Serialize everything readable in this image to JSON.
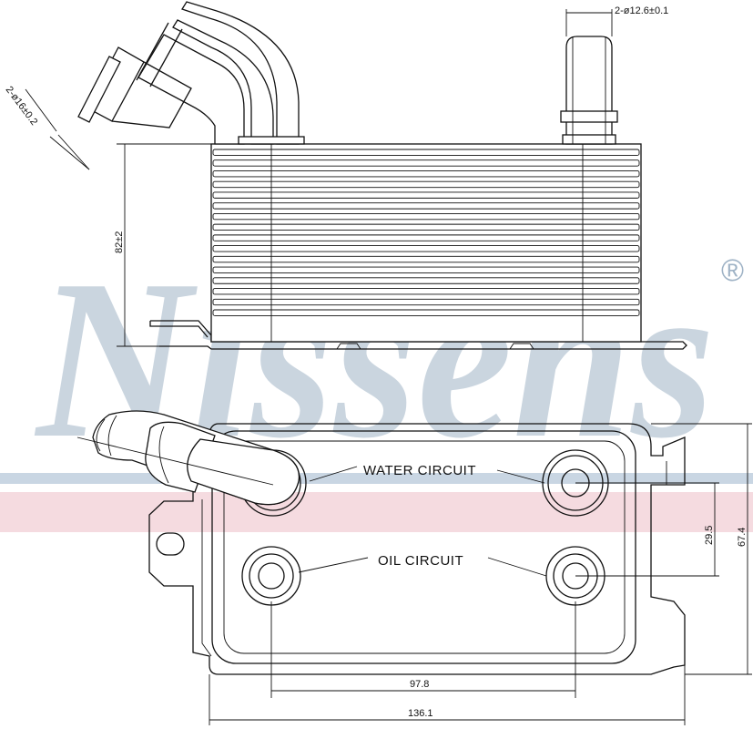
{
  "watermark": {
    "brand": "Nissens",
    "registered": "®"
  },
  "top_view": {
    "port_left_dim": "2-ø16±0.2",
    "port_right_dim": "2-ø12.6±0.1",
    "height_dim": "82±2"
  },
  "bottom_view": {
    "water_circuit_label": "WATER CIRCUIT",
    "oil_circuit_label": "OIL CIRCUIT",
    "dim_ports_vertical": "29.5",
    "dim_plate_height": "67.4",
    "dim_ports_horizontal": "97.8",
    "dim_plate_width": "136.1"
  },
  "colors": {
    "line": "#111111",
    "watermark_blue": "#9fb3c6",
    "band_blue": "#c9d6e3",
    "band_pink": "#f2cfd6"
  }
}
